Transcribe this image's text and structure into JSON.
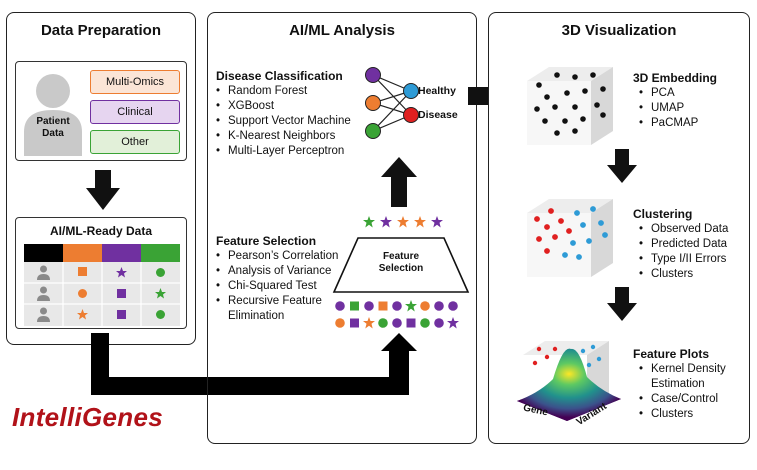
{
  "panels": {
    "prep": {
      "title": "Data Preparation",
      "patient_label": "Patient Data",
      "tags": [
        "Multi-Omics",
        "Clinical",
        "Other"
      ],
      "ready_title": "AI/ML-Ready Data"
    },
    "ai": {
      "title": "AI/ML Analysis",
      "disease_head": "Disease Classification",
      "disease_items": [
        "Random Forest",
        "XGBoost",
        "Support Vector Machine",
        "K-Nearest Neighbors",
        "Multi-Layer Perceptron"
      ],
      "feature_head": "Feature Selection",
      "feature_items": [
        "Pearson’s Correlation",
        "Analysis of Variance",
        "Chi-Squared Test",
        "Recursive Feature Elimination"
      ],
      "net_outputs": [
        "Healthy",
        "Disease"
      ],
      "trapezoid_label": "Feature Selection"
    },
    "viz": {
      "title": "3D Visualization",
      "sections": [
        {
          "head": "3D Embedding",
          "items": [
            "PCA",
            "UMAP",
            "PaCMAP"
          ]
        },
        {
          "head": "Clustering",
          "items": [
            "Observed Data",
            "Predicted Data",
            "Type I/II Errors",
            "Clusters"
          ]
        },
        {
          "head": "Feature Plots",
          "items": [
            "Kernel Density Estimation",
            "Case/Control",
            "Clusters"
          ]
        }
      ],
      "axis_labels": [
        "Gene",
        "Variant"
      ]
    }
  },
  "brand": "IntelliGenes",
  "colors": {
    "orange": "#ed7d31",
    "purple": "#7030a0",
    "green": "#3aa335",
    "blue": "#2e9bd6",
    "red": "#e02020",
    "brand_red": "#b11219"
  }
}
